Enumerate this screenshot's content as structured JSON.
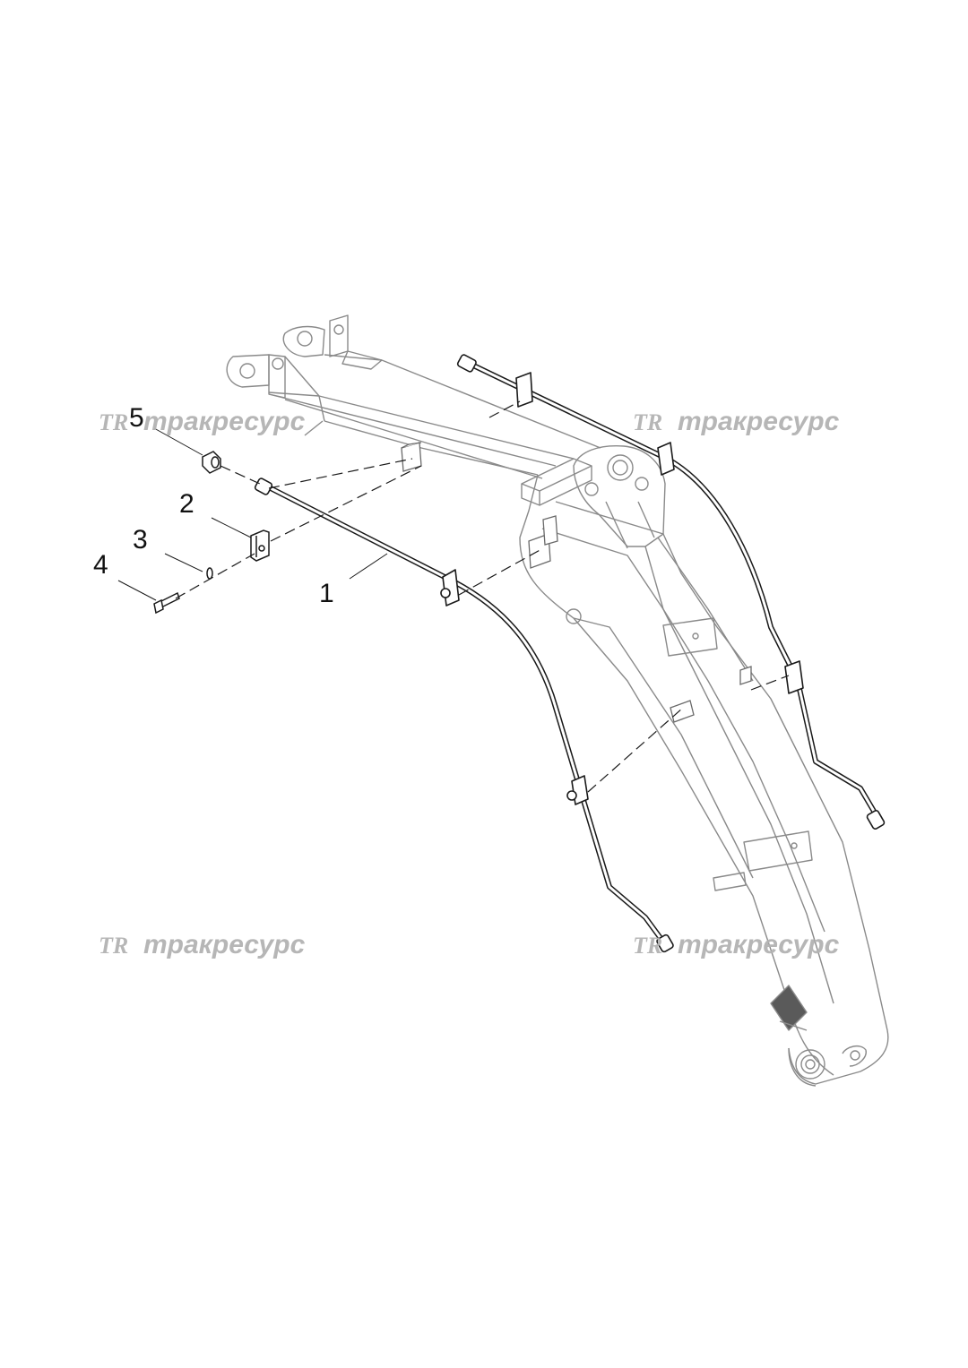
{
  "diagram": {
    "callouts": [
      {
        "id": "1",
        "label": "1"
      },
      {
        "id": "2",
        "label": "2"
      },
      {
        "id": "3",
        "label": "3"
      },
      {
        "id": "4",
        "label": "4"
      },
      {
        "id": "5",
        "label": "5"
      }
    ]
  },
  "watermark": {
    "logo": "TR",
    "text": "тракресурс",
    "color": "#b3b3b3"
  },
  "colors": {
    "outline": "#8a8a8a",
    "pipe": "#1a1a1a",
    "label": "#111111"
  }
}
